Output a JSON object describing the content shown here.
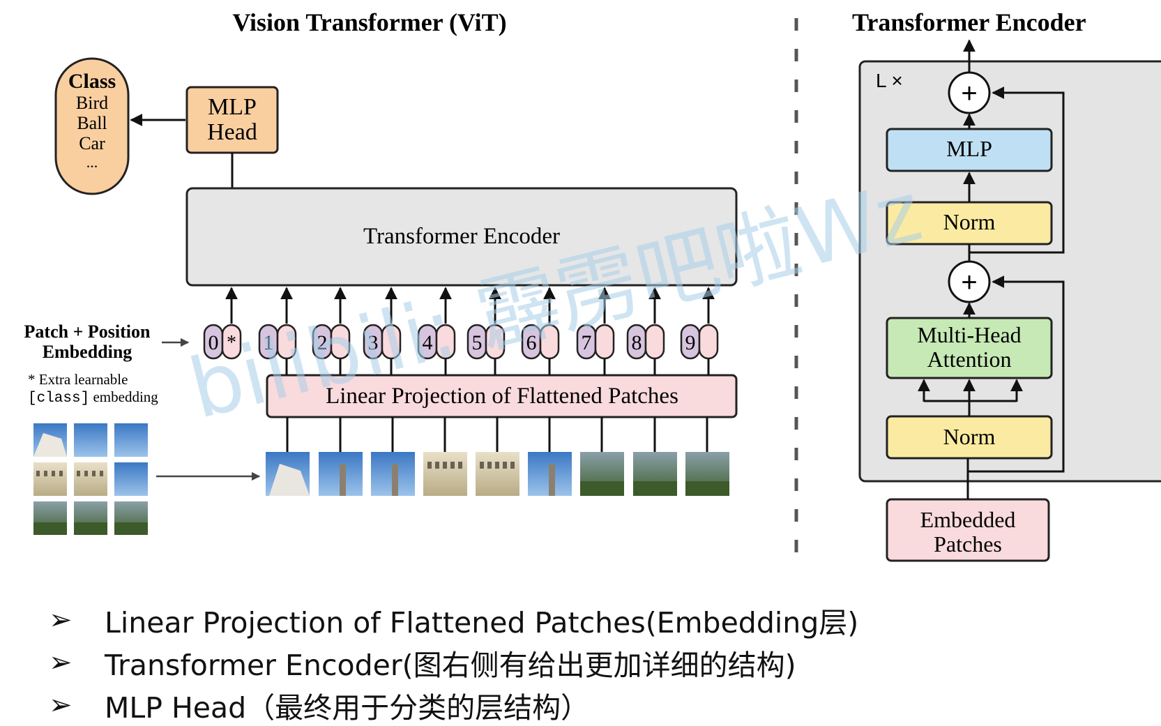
{
  "vit": {
    "title": "Vision Transformer (ViT)",
    "class_box": {
      "title": "Class",
      "items": [
        "Bird",
        "Ball",
        "Car",
        "..."
      ]
    },
    "mlp_head": {
      "line1": "MLP",
      "line2": "Head"
    },
    "encoder_label": "Transformer Encoder",
    "patch_embedding_label": {
      "line1": "Patch + Position",
      "line2": "Embedding"
    },
    "extra_note": {
      "line1": "* Extra learnable",
      "code": "[class]",
      "line2_rest": " embedding"
    },
    "tokens": [
      "0",
      "1",
      "2",
      "3",
      "4",
      "5",
      "6",
      "7",
      "8",
      "9"
    ],
    "class_token_symbol": "*",
    "linear_projection_label": "Linear Projection of Flattened Patches"
  },
  "encoder_detail": {
    "title": "Transformer Encoder",
    "repeat_label": "L ×",
    "add_symbol": "+",
    "mlp_label": "MLP",
    "norm_label": "Norm",
    "attention": {
      "line1": "Multi-Head",
      "line2": "Attention"
    },
    "embedded": {
      "line1": "Embedded",
      "line2": "Patches"
    }
  },
  "watermark": "bilibili: 霹雳吧啦Wz",
  "bullets": [
    "Linear Projection of Flattened Patches(Embedding层)",
    "Transformer Encoder(图右侧有给出更加详细的结构)",
    "MLP Head（最终用于分类的层结构）"
  ],
  "bullet_symbol": "➢",
  "colors": {
    "class_fill": "#f9cfa0",
    "mlp_head_fill": "#f9cfa0",
    "encoder_fill": "#e6e6e6",
    "token_purple": "#d7c4de",
    "token_pink": "#f9dadd",
    "projection_fill": "#f9dadd",
    "mlp_fill": "#bfe0f4",
    "norm_fill": "#fbeba2",
    "attention_fill": "#c6e9b5",
    "embedded_fill": "#f9dadd",
    "outer_fill": "#e4e4e4",
    "watermark": "#a8cde8"
  }
}
